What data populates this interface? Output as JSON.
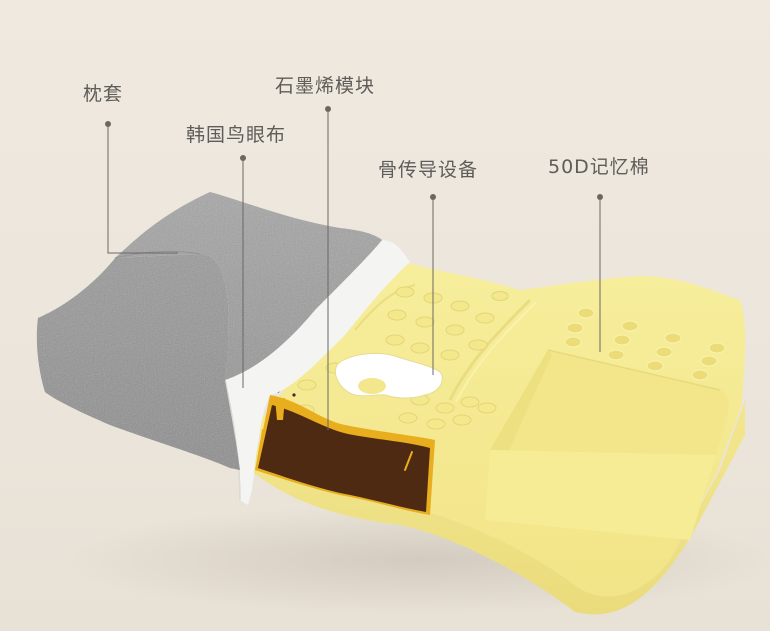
{
  "diagram": {
    "subject": "layered pillow cutaway",
    "colors": {
      "background": "#ede7dd",
      "label_text": "#5f5d59",
      "leader_line": "#6b6863",
      "cover_gray": "#9b9b9b",
      "fabric_white": "#f4f4f2",
      "foam_yellow": "#f5e98f",
      "graphene_brown": "#4e2a12",
      "graphene_edge": "#e8ae1e",
      "bone_device_white": "#ffffff"
    },
    "callouts": [
      {
        "id": "pillowcase",
        "label": "枕套"
      },
      {
        "id": "korean-birdseye-fabric",
        "label": "韩国鸟眼布"
      },
      {
        "id": "graphene-module",
        "label": "石墨烯模块"
      },
      {
        "id": "bone-conduction-device",
        "label": "骨传导设备"
      },
      {
        "id": "memory-foam-50d",
        "label": "50D记忆棉"
      }
    ]
  }
}
